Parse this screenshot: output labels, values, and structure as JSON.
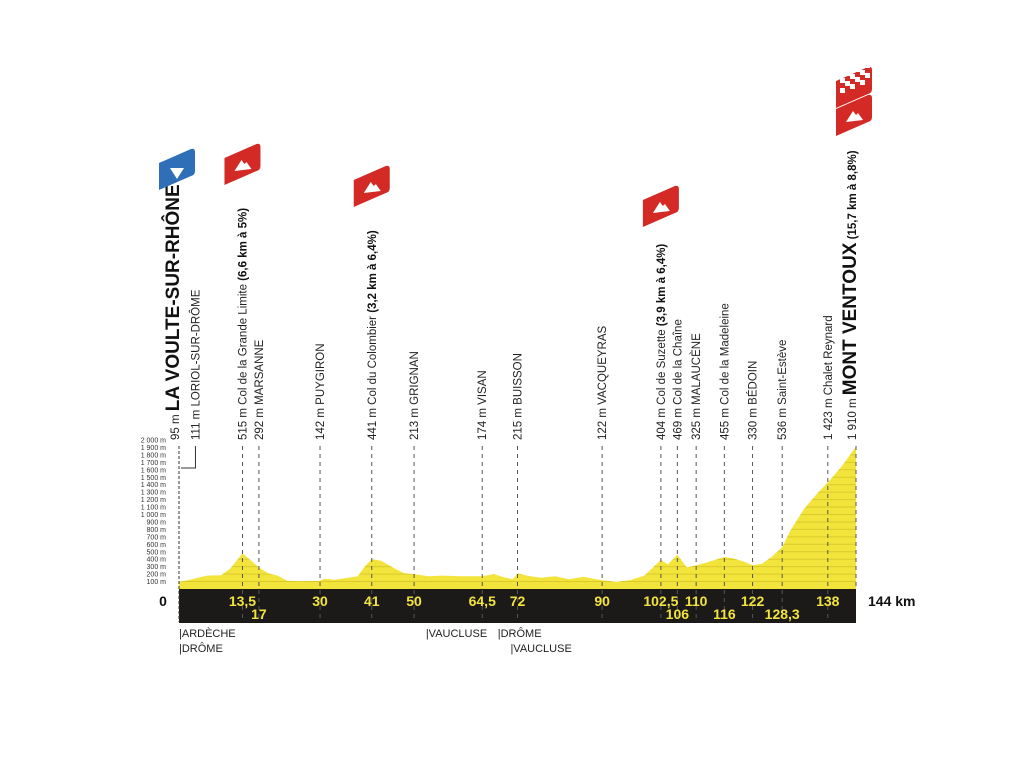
{
  "chart_data": {
    "type": "area",
    "title": "",
    "xlabel": "km",
    "ylabel": "m",
    "xlim": [
      0,
      144
    ],
    "ylim": [
      0,
      2000
    ],
    "y_ticks": [
      "100 m",
      "200 m",
      "300 m",
      "400 m",
      "500 m",
      "600 m",
      "700 m",
      "800 m",
      "900 m",
      "1 000 m",
      "1 100 m",
      "1 200 m",
      "1 300 m",
      "1 400 m",
      "1 500 m",
      "1 600 m",
      "1 700 m",
      "1 800 m",
      "1 900 m",
      "2 000 m"
    ],
    "km_start_label": "0",
    "km_end_label": "144 km",
    "km_marks": [
      {
        "km": 13.5,
        "label": "13,5",
        "row": 0
      },
      {
        "km": 17,
        "label": "17",
        "row": 1
      },
      {
        "km": 30,
        "label": "30",
        "row": 0
      },
      {
        "km": 41,
        "label": "41",
        "row": 0
      },
      {
        "km": 50,
        "label": "50",
        "row": 0
      },
      {
        "km": 64.5,
        "label": "64,5",
        "row": 0
      },
      {
        "km": 72,
        "label": "72",
        "row": 0
      },
      {
        "km": 90,
        "label": "90",
        "row": 0
      },
      {
        "km": 102.5,
        "label": "102,5",
        "row": 0
      },
      {
        "km": 106,
        "label": "106",
        "row": 1
      },
      {
        "km": 110,
        "label": "110",
        "row": 0
      },
      {
        "km": 116,
        "label": "116",
        "row": 1
      },
      {
        "km": 122,
        "label": "122",
        "row": 0
      },
      {
        "km": 128.3,
        "label": "128,3",
        "row": 1
      },
      {
        "km": 138,
        "label": "138",
        "row": 0
      }
    ],
    "profile": [
      [
        0,
        95
      ],
      [
        2,
        120
      ],
      [
        4,
        150
      ],
      [
        6,
        180
      ],
      [
        9,
        185
      ],
      [
        11,
        280
      ],
      [
        12.5,
        400
      ],
      [
        13.5,
        480
      ],
      [
        15,
        400
      ],
      [
        17,
        290
      ],
      [
        19,
        210
      ],
      [
        21,
        180
      ],
      [
        23,
        110
      ],
      [
        26,
        105
      ],
      [
        30,
        110
      ],
      [
        31,
        140
      ],
      [
        33,
        125
      ],
      [
        36,
        150
      ],
      [
        38,
        170
      ],
      [
        39.5,
        300
      ],
      [
        41,
        400
      ],
      [
        43,
        380
      ],
      [
        46,
        270
      ],
      [
        48,
        210
      ],
      [
        50,
        200
      ],
      [
        53,
        170
      ],
      [
        56,
        180
      ],
      [
        60,
        170
      ],
      [
        64.5,
        170
      ],
      [
        67,
        200
      ],
      [
        69,
        160
      ],
      [
        71,
        130
      ],
      [
        72,
        210
      ],
      [
        74,
        180
      ],
      [
        77,
        150
      ],
      [
        80,
        170
      ],
      [
        83,
        130
      ],
      [
        86,
        165
      ],
      [
        88,
        140
      ],
      [
        90,
        120
      ],
      [
        93,
        95
      ],
      [
        96,
        120
      ],
      [
        99,
        180
      ],
      [
        101,
        300
      ],
      [
        102.5,
        390
      ],
      [
        104,
        330
      ],
      [
        106,
        460
      ],
      [
        108,
        290
      ],
      [
        110,
        320
      ],
      [
        112,
        350
      ],
      [
        114,
        390
      ],
      [
        116,
        430
      ],
      [
        118,
        410
      ],
      [
        120,
        370
      ],
      [
        122,
        320
      ],
      [
        124,
        340
      ],
      [
        126,
        430
      ],
      [
        128.3,
        560
      ],
      [
        130,
        780
      ],
      [
        133,
        1080
      ],
      [
        136,
        1300
      ],
      [
        138,
        1430
      ],
      [
        141,
        1650
      ],
      [
        144,
        1910
      ]
    ],
    "waypoints": [
      {
        "km": 0,
        "alt": "95 m",
        "name": "LA VOULTE-SUR-RHÔNE",
        "detail": "",
        "big": true
      },
      {
        "km": 3.5,
        "alt": "111 m",
        "name": "LORIOL-SUR-DRÔME",
        "detail": "",
        "big": false,
        "offset": true
      },
      {
        "km": 13.5,
        "alt": "515 m",
        "name": "Col de la Grande Limite",
        "detail": "(6,6 km à 5%)",
        "big": false
      },
      {
        "km": 17,
        "alt": "292 m",
        "name": "MARSANNE",
        "detail": "",
        "big": false
      },
      {
        "km": 30,
        "alt": "142 m",
        "name": "PUYGIRON",
        "detail": "",
        "big": false
      },
      {
        "km": 41,
        "alt": "441 m",
        "name": "Col du Colombier",
        "detail": "(3,2 km à 6,4%)",
        "big": false
      },
      {
        "km": 50,
        "alt": "213 m",
        "name": "GRIGNAN",
        "detail": "",
        "big": false
      },
      {
        "km": 64.5,
        "alt": "174 m",
        "name": "VISAN",
        "detail": "",
        "big": false
      },
      {
        "km": 72,
        "alt": "215 m",
        "name": "BUISSON",
        "detail": "",
        "big": false
      },
      {
        "km": 90,
        "alt": "122 m",
        "name": "VACQUEYRAS",
        "detail": "",
        "big": false
      },
      {
        "km": 102.5,
        "alt": "404 m",
        "name": "Col de Suzette",
        "detail": "(3,9 km à 6,4%)",
        "big": false
      },
      {
        "km": 106,
        "alt": "469 m",
        "name": "Col de la Chaîne",
        "detail": "",
        "big": false
      },
      {
        "km": 110,
        "alt": "325 m",
        "name": "MALAUCÈNE",
        "detail": "",
        "big": false
      },
      {
        "km": 116,
        "alt": "455 m",
        "name": "Col de la Madeleine",
        "detail": "",
        "big": false
      },
      {
        "km": 122,
        "alt": "330 m",
        "name": "BÉDOIN",
        "detail": "",
        "big": false
      },
      {
        "km": 128.3,
        "alt": "536 m",
        "name": "Saint-Estève",
        "detail": "",
        "big": false
      },
      {
        "km": 138,
        "alt": "1 423 m",
        "name": "Chalet Reynard",
        "detail": "",
        "big": false
      },
      {
        "km": 144,
        "alt": "1 910 m",
        "name": "MONT VENTOUX",
        "detail": "(15,7 km à 8,8%)",
        "big": true
      }
    ],
    "departments": [
      {
        "km": 0,
        "label": "ARDÈCHE",
        "row": 0
      },
      {
        "km": 0,
        "label": "DRÔME",
        "row": 1
      },
      {
        "km": 52.5,
        "label": "VAUCLUSE",
        "row": 0
      },
      {
        "km": 67.8,
        "label": "DRÔME",
        "row": 0
      },
      {
        "km": 70.5,
        "label": "VAUCLUSE",
        "row": 1
      }
    ],
    "flags": [
      {
        "km": 0,
        "type": "start"
      },
      {
        "km": 13.5,
        "type": "climb"
      },
      {
        "km": 41,
        "type": "climb"
      },
      {
        "km": 102.5,
        "type": "climb"
      },
      {
        "km": 144,
        "type": "finish"
      }
    ]
  },
  "colors": {
    "profile": "#f3e43c",
    "stripe": "#d9c92c",
    "band": "#1b1a18",
    "km": "#f3e43c",
    "start": "#2f6fb7",
    "climb": "#d42a26"
  }
}
